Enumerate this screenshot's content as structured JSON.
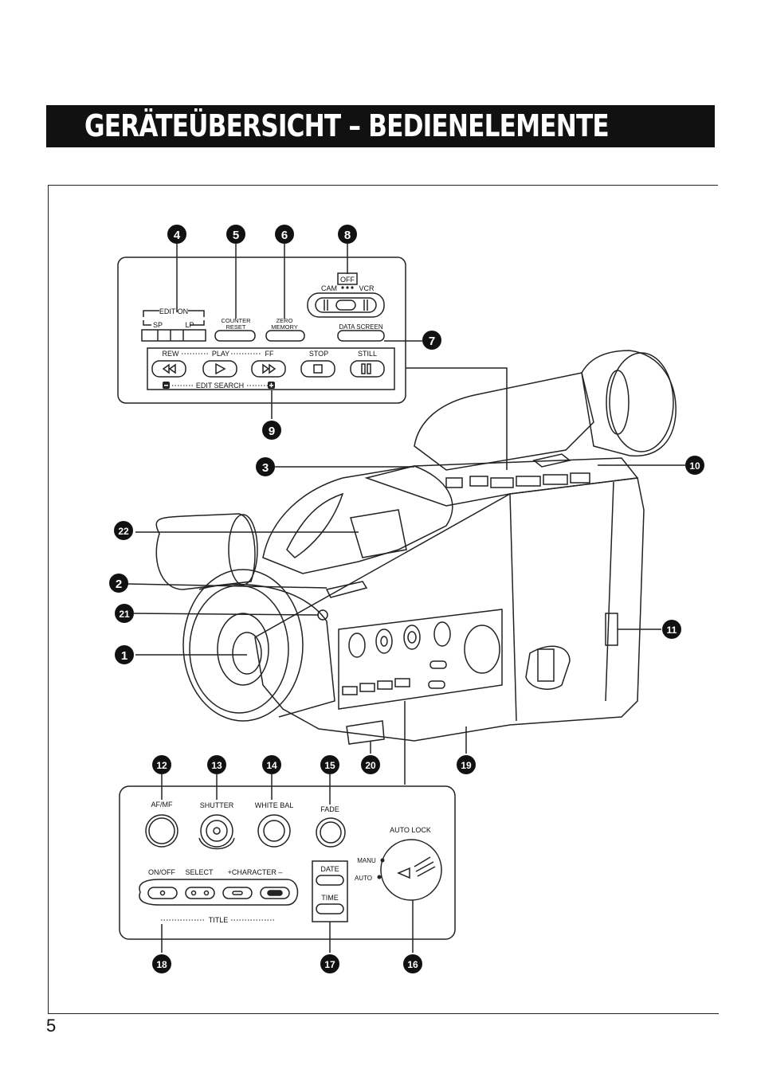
{
  "header": {
    "title": "GERÄTEÜBERSICHT – BEDIENELEMENTE"
  },
  "page": {
    "number": "5"
  },
  "top_panel": {
    "edit_on": "EDIT ON",
    "sp": "SP",
    "lp": "LP",
    "counter_reset_1": "COUNTER",
    "counter_reset_2": "RESET",
    "zero_memory_1": "ZERO",
    "zero_memory_2": "MEMORY",
    "off": "OFF",
    "cam": "CAM",
    "vcr": "VCR",
    "data_screen": "DATA SCREEN",
    "rew": "REW",
    "play": "PLAY",
    "ff": "FF",
    "stop": "STOP",
    "still": "STILL",
    "edit_search": "EDIT SEARCH"
  },
  "bottom_panel": {
    "afmf": "AF/MF",
    "shutter": "SHUTTER",
    "white_bal": "WHITE BAL",
    "fade": "FADE",
    "auto_lock": "AUTO LOCK",
    "manu": "MANU",
    "auto": "AUTO",
    "onoff": "ON/OFF",
    "select": "SELECT",
    "character": "+CHARACTER –",
    "title": "TITLE",
    "date": "DATE",
    "time": "TIME"
  },
  "callouts": {
    "n1": "1",
    "n2": "2",
    "n3": "3",
    "n4": "4",
    "n5": "5",
    "n6": "6",
    "n7": "7",
    "n8": "8",
    "n9": "9",
    "n10": "10",
    "n11": "11",
    "n12": "12",
    "n13": "13",
    "n14": "14",
    "n15": "15",
    "n16": "16",
    "n17": "17",
    "n18": "18",
    "n19": "19",
    "n20": "20",
    "n21": "21",
    "n22": "22"
  }
}
